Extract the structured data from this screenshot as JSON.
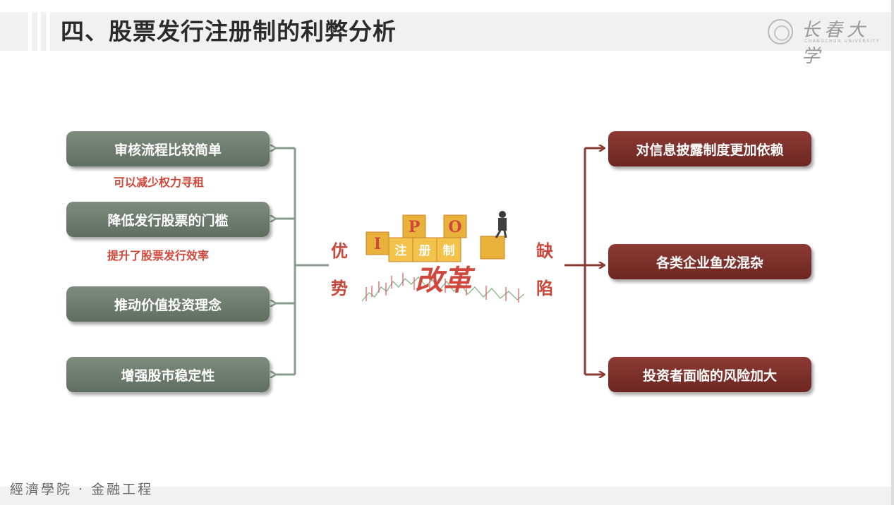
{
  "header": {
    "title": "四、股票发行注册制的利弊分析",
    "logo_name": "长春大学",
    "logo_sub": "CHANGCHUN UNIVERSITY"
  },
  "advantages": {
    "label_top": "优",
    "label_bottom": "势",
    "items": [
      {
        "text": "审核流程比较简单",
        "note": "可以减少权力寻租"
      },
      {
        "text": "降低发行股票的门槛",
        "note": "提升了股票发行效率"
      },
      {
        "text": "推动价值投资理念",
        "note": ""
      },
      {
        "text": "增强股市稳定性",
        "note": ""
      }
    ]
  },
  "disadvantages": {
    "label_top": "缺",
    "label_bottom": "陷",
    "items": [
      {
        "text": "对信息披露制度更加依赖"
      },
      {
        "text": "各类企业鱼龙混杂"
      },
      {
        "text": "投资者面临的风险加大"
      }
    ]
  },
  "center_image": {
    "blocks": [
      "I",
      "P",
      "O"
    ],
    "block_labels": [
      "注",
      "册",
      "制"
    ],
    "caption": "改革"
  },
  "footer": {
    "text": "經濟學院 · 金融工程"
  },
  "colors": {
    "green_box": "#6e7d70",
    "red_box": "#7a2f28",
    "accent_red": "#d0473c",
    "arrow_green": "#8a9a8c",
    "arrow_red": "#8c3b34"
  }
}
